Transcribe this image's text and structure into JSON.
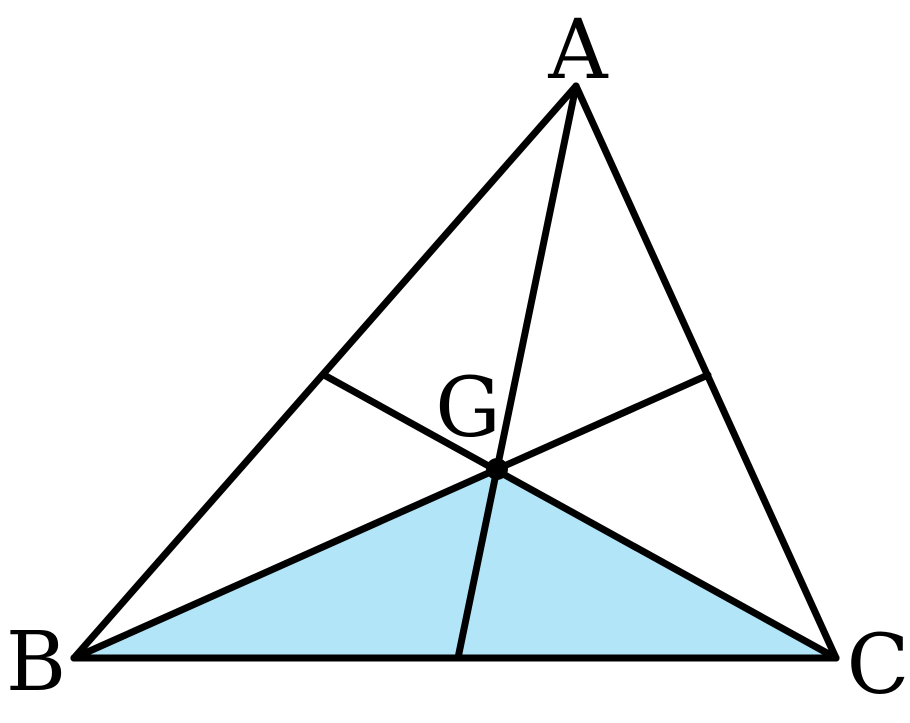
{
  "figure": {
    "vertices": {
      "A": "A",
      "B": "B",
      "C": "C",
      "G": "G"
    },
    "shaded_region": "triangle GBC",
    "colors": {
      "shading": "#b3e5f8",
      "lines": "#000000",
      "background": "#ffffff"
    }
  }
}
